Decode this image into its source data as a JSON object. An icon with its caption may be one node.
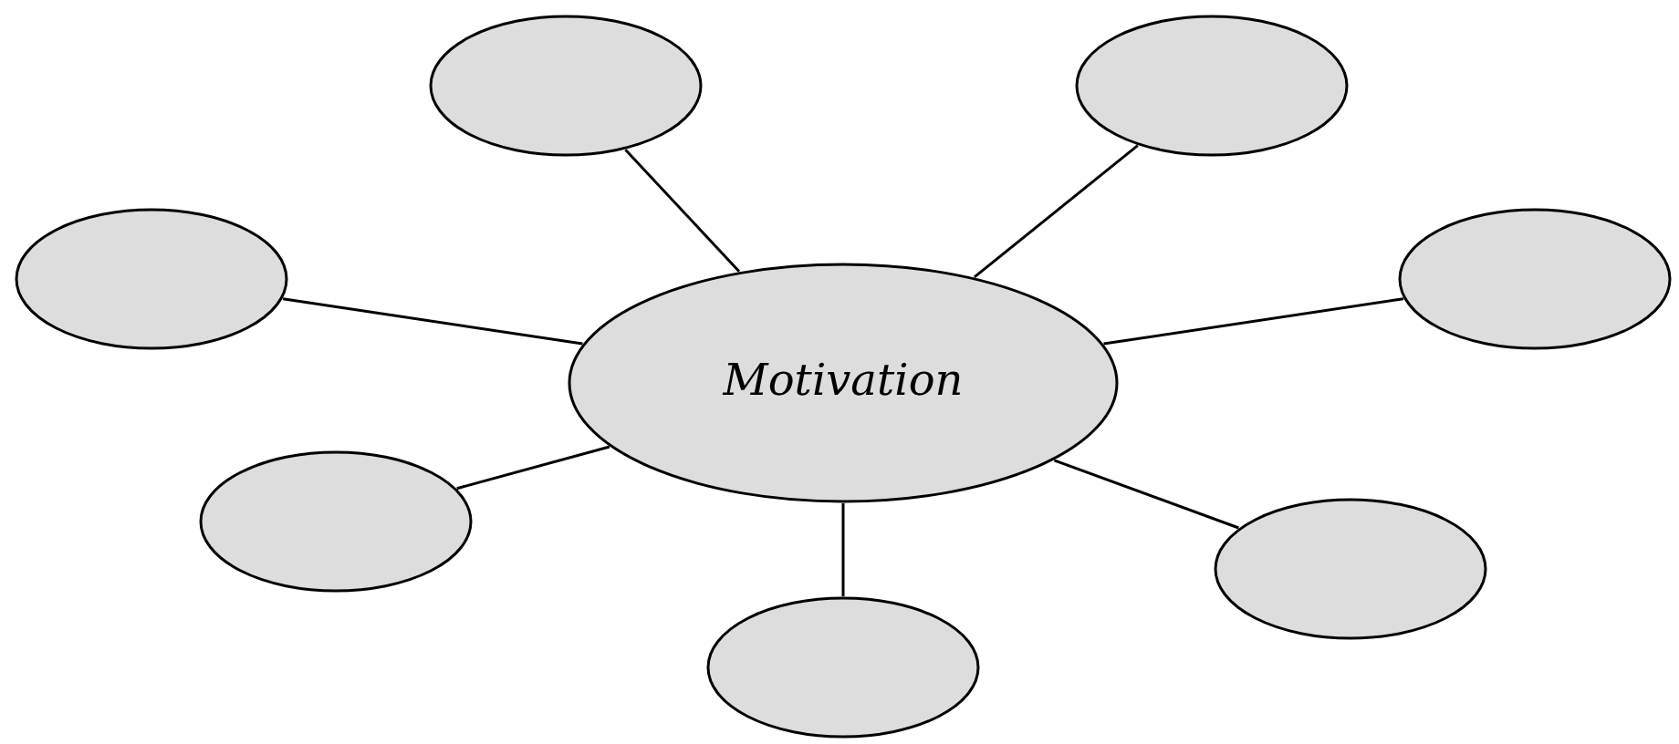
{
  "diagram": {
    "nodes": [
      {
        "text": [
          "Motivation"
        ]
      },
      {
        "text": [],
        "shape": "ellipse"
      },
      {
        "text": [],
        "shape": "ellipse"
      },
      {
        "text": [],
        "shape": "ellipse"
      },
      {
        "text": [],
        "shape": "ellipse"
      },
      {
        "text": [],
        "shape": "ellipse"
      },
      {
        "text": [],
        "shape": "ellipse"
      },
      {
        "text": [],
        "shape": "ellipse"
      }
    ],
    "edges": [
      {
        "from": 0,
        "to": 1,
        "arrow": "none"
      },
      {
        "from": 0,
        "to": 2,
        "arrow": "none"
      },
      {
        "from": 0,
        "to": 3,
        "arrow": "none"
      },
      {
        "from": 0,
        "to": 4,
        "arrow": "none"
      },
      {
        "from": 0,
        "to": 5,
        "arrow": "none"
      },
      {
        "from": 0,
        "to": 6,
        "arrow": "none"
      },
      {
        "from": 0,
        "to": 7,
        "arrow": "none"
      }
    ]
  }
}
